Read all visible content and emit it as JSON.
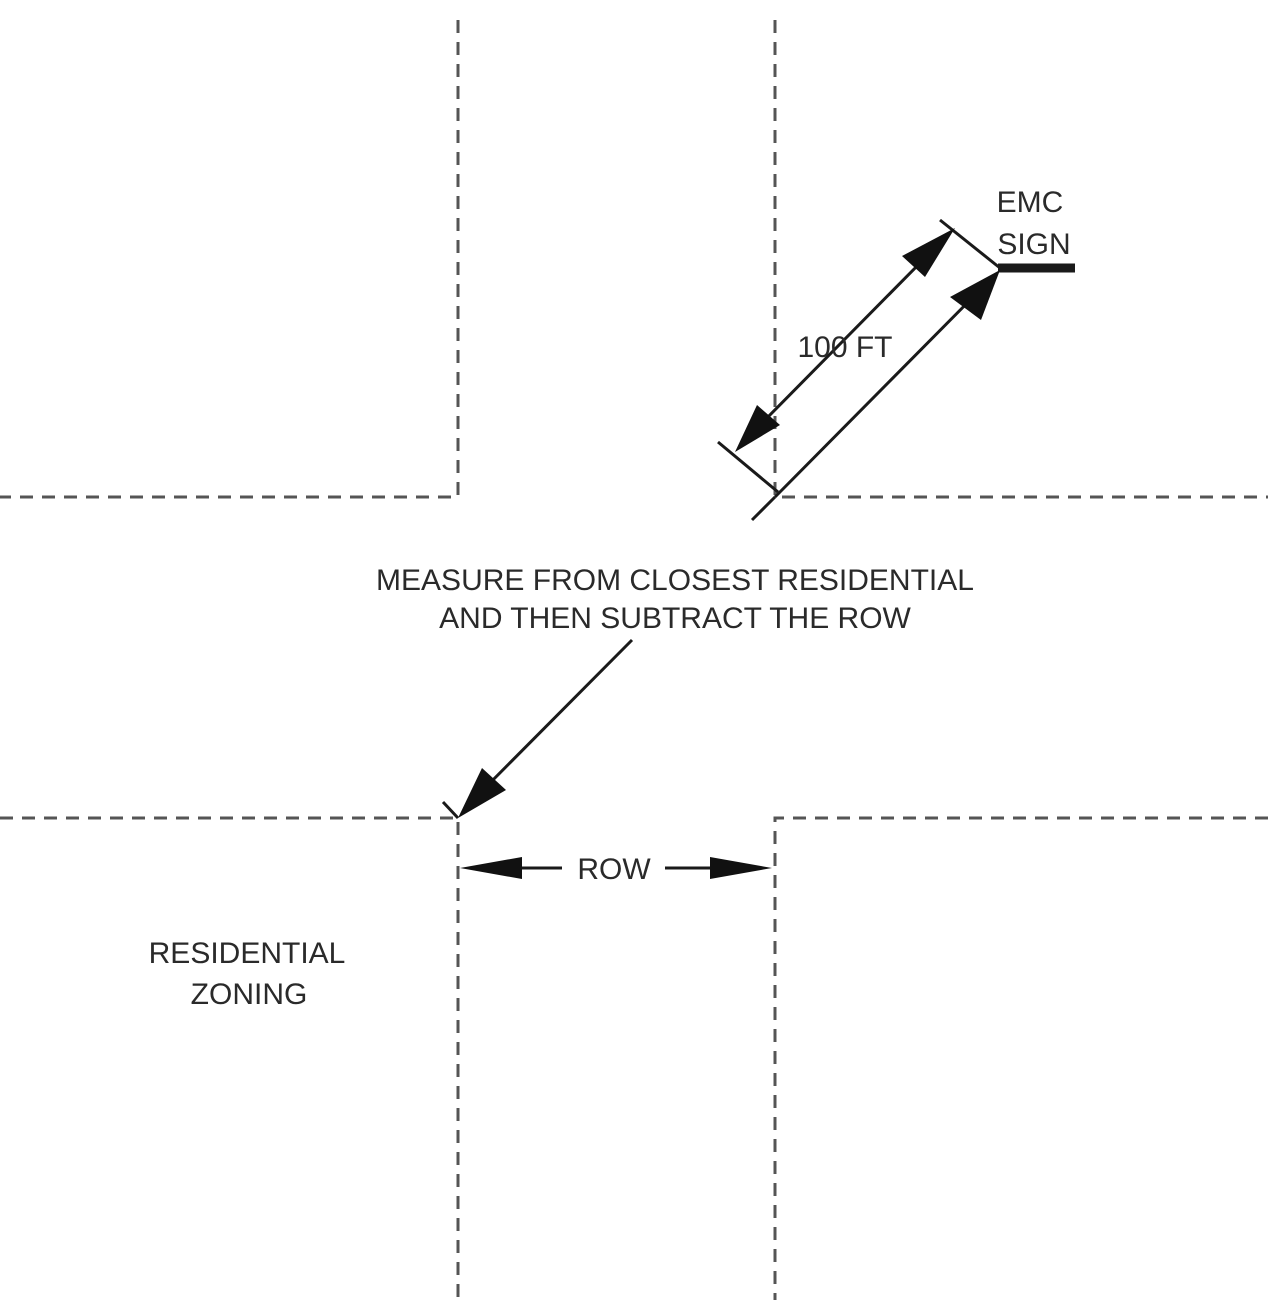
{
  "labels": {
    "emc_sign": [
      "EMC",
      "SIGN"
    ],
    "distance": "100 FT",
    "measure_note": [
      "MEASURE FROM CLOSEST RESIDENTIAL",
      "AND THEN SUBTRACT THE ROW"
    ],
    "row": "ROW",
    "residential_zoning": [
      "RESIDENTIAL",
      "ZONING"
    ]
  },
  "colors": {
    "line": "#1a1a1a",
    "dashed": "#555555",
    "text": "#2a2a2a"
  }
}
